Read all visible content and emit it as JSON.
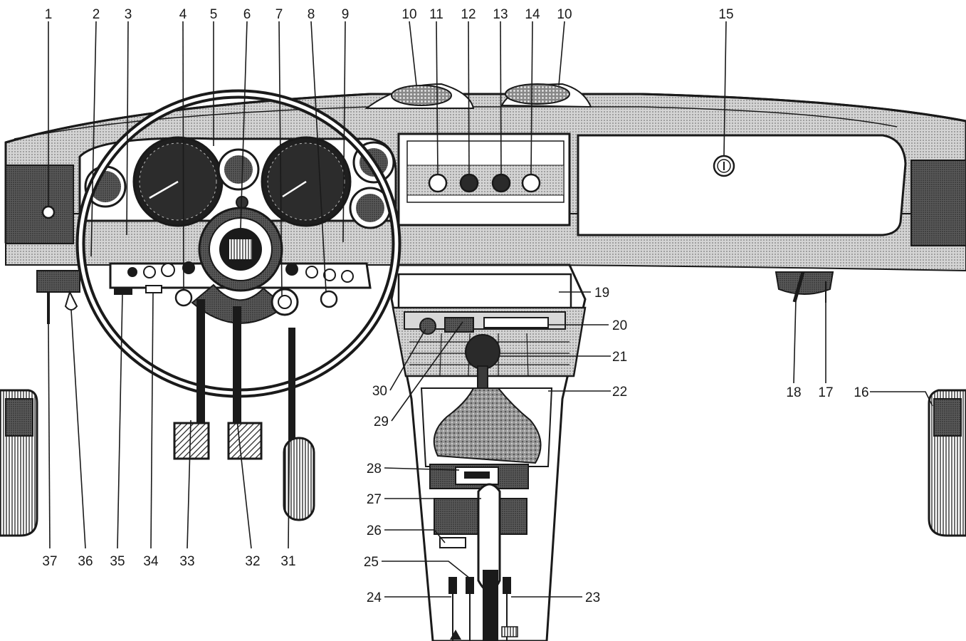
{
  "diagram": {
    "callouts": [
      {
        "id": "c1",
        "text": "1"
      },
      {
        "id": "c2",
        "text": "2"
      },
      {
        "id": "c3",
        "text": "3"
      },
      {
        "id": "c4",
        "text": "4"
      },
      {
        "id": "c5",
        "text": "5"
      },
      {
        "id": "c6",
        "text": "6"
      },
      {
        "id": "c7",
        "text": "7"
      },
      {
        "id": "c8",
        "text": "8"
      },
      {
        "id": "c9",
        "text": "9"
      },
      {
        "id": "c10a",
        "text": "10"
      },
      {
        "id": "c11",
        "text": "11"
      },
      {
        "id": "c12",
        "text": "12"
      },
      {
        "id": "c13",
        "text": "13"
      },
      {
        "id": "c14",
        "text": "14"
      },
      {
        "id": "c10b",
        "text": "10"
      },
      {
        "id": "c15",
        "text": "15"
      },
      {
        "id": "c16",
        "text": "16"
      },
      {
        "id": "c17",
        "text": "17"
      },
      {
        "id": "c18",
        "text": "18"
      },
      {
        "id": "c19",
        "text": "19"
      },
      {
        "id": "c20",
        "text": "20"
      },
      {
        "id": "c21",
        "text": "21"
      },
      {
        "id": "c22",
        "text": "22"
      },
      {
        "id": "c23",
        "text": "23"
      },
      {
        "id": "c24",
        "text": "24"
      },
      {
        "id": "c25",
        "text": "25"
      },
      {
        "id": "c26",
        "text": "26"
      },
      {
        "id": "c27",
        "text": "27"
      },
      {
        "id": "c28",
        "text": "28"
      },
      {
        "id": "c29",
        "text": "29"
      },
      {
        "id": "c30",
        "text": "30"
      },
      {
        "id": "c31",
        "text": "31"
      },
      {
        "id": "c32",
        "text": "32"
      },
      {
        "id": "c33",
        "text": "33"
      },
      {
        "id": "c34",
        "text": "34"
      },
      {
        "id": "c35",
        "text": "35"
      },
      {
        "id": "c36",
        "text": "36"
      },
      {
        "id": "c37",
        "text": "37"
      }
    ],
    "colors": {
      "ink": "#1a1a1a",
      "dash_fill": "#c9c9c9",
      "dark_panel": "#3a3a3a",
      "paper": "#ffffff",
      "mid_grey": "#8a8a8a"
    }
  }
}
